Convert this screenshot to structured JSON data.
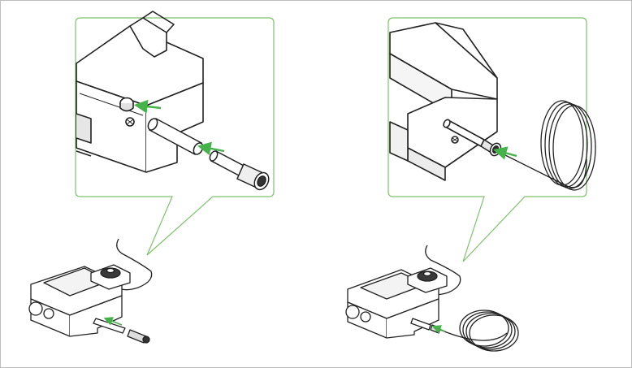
{
  "figure": {
    "panels": [
      {
        "id": "left",
        "step": "insert-pin-and-sleeve"
      },
      {
        "id": "right",
        "step": "connect-cable"
      }
    ],
    "colors": {
      "callout_border": "#7dc36b",
      "arrow": "#45b34a",
      "line_art": "#222222",
      "outer_border": "#bdbdbd",
      "fill": "#ffffff",
      "shade": "#d7d7d7"
    },
    "icons": [
      "green-insert-arrow",
      "callout-bubble",
      "coiled-cable"
    ]
  }
}
